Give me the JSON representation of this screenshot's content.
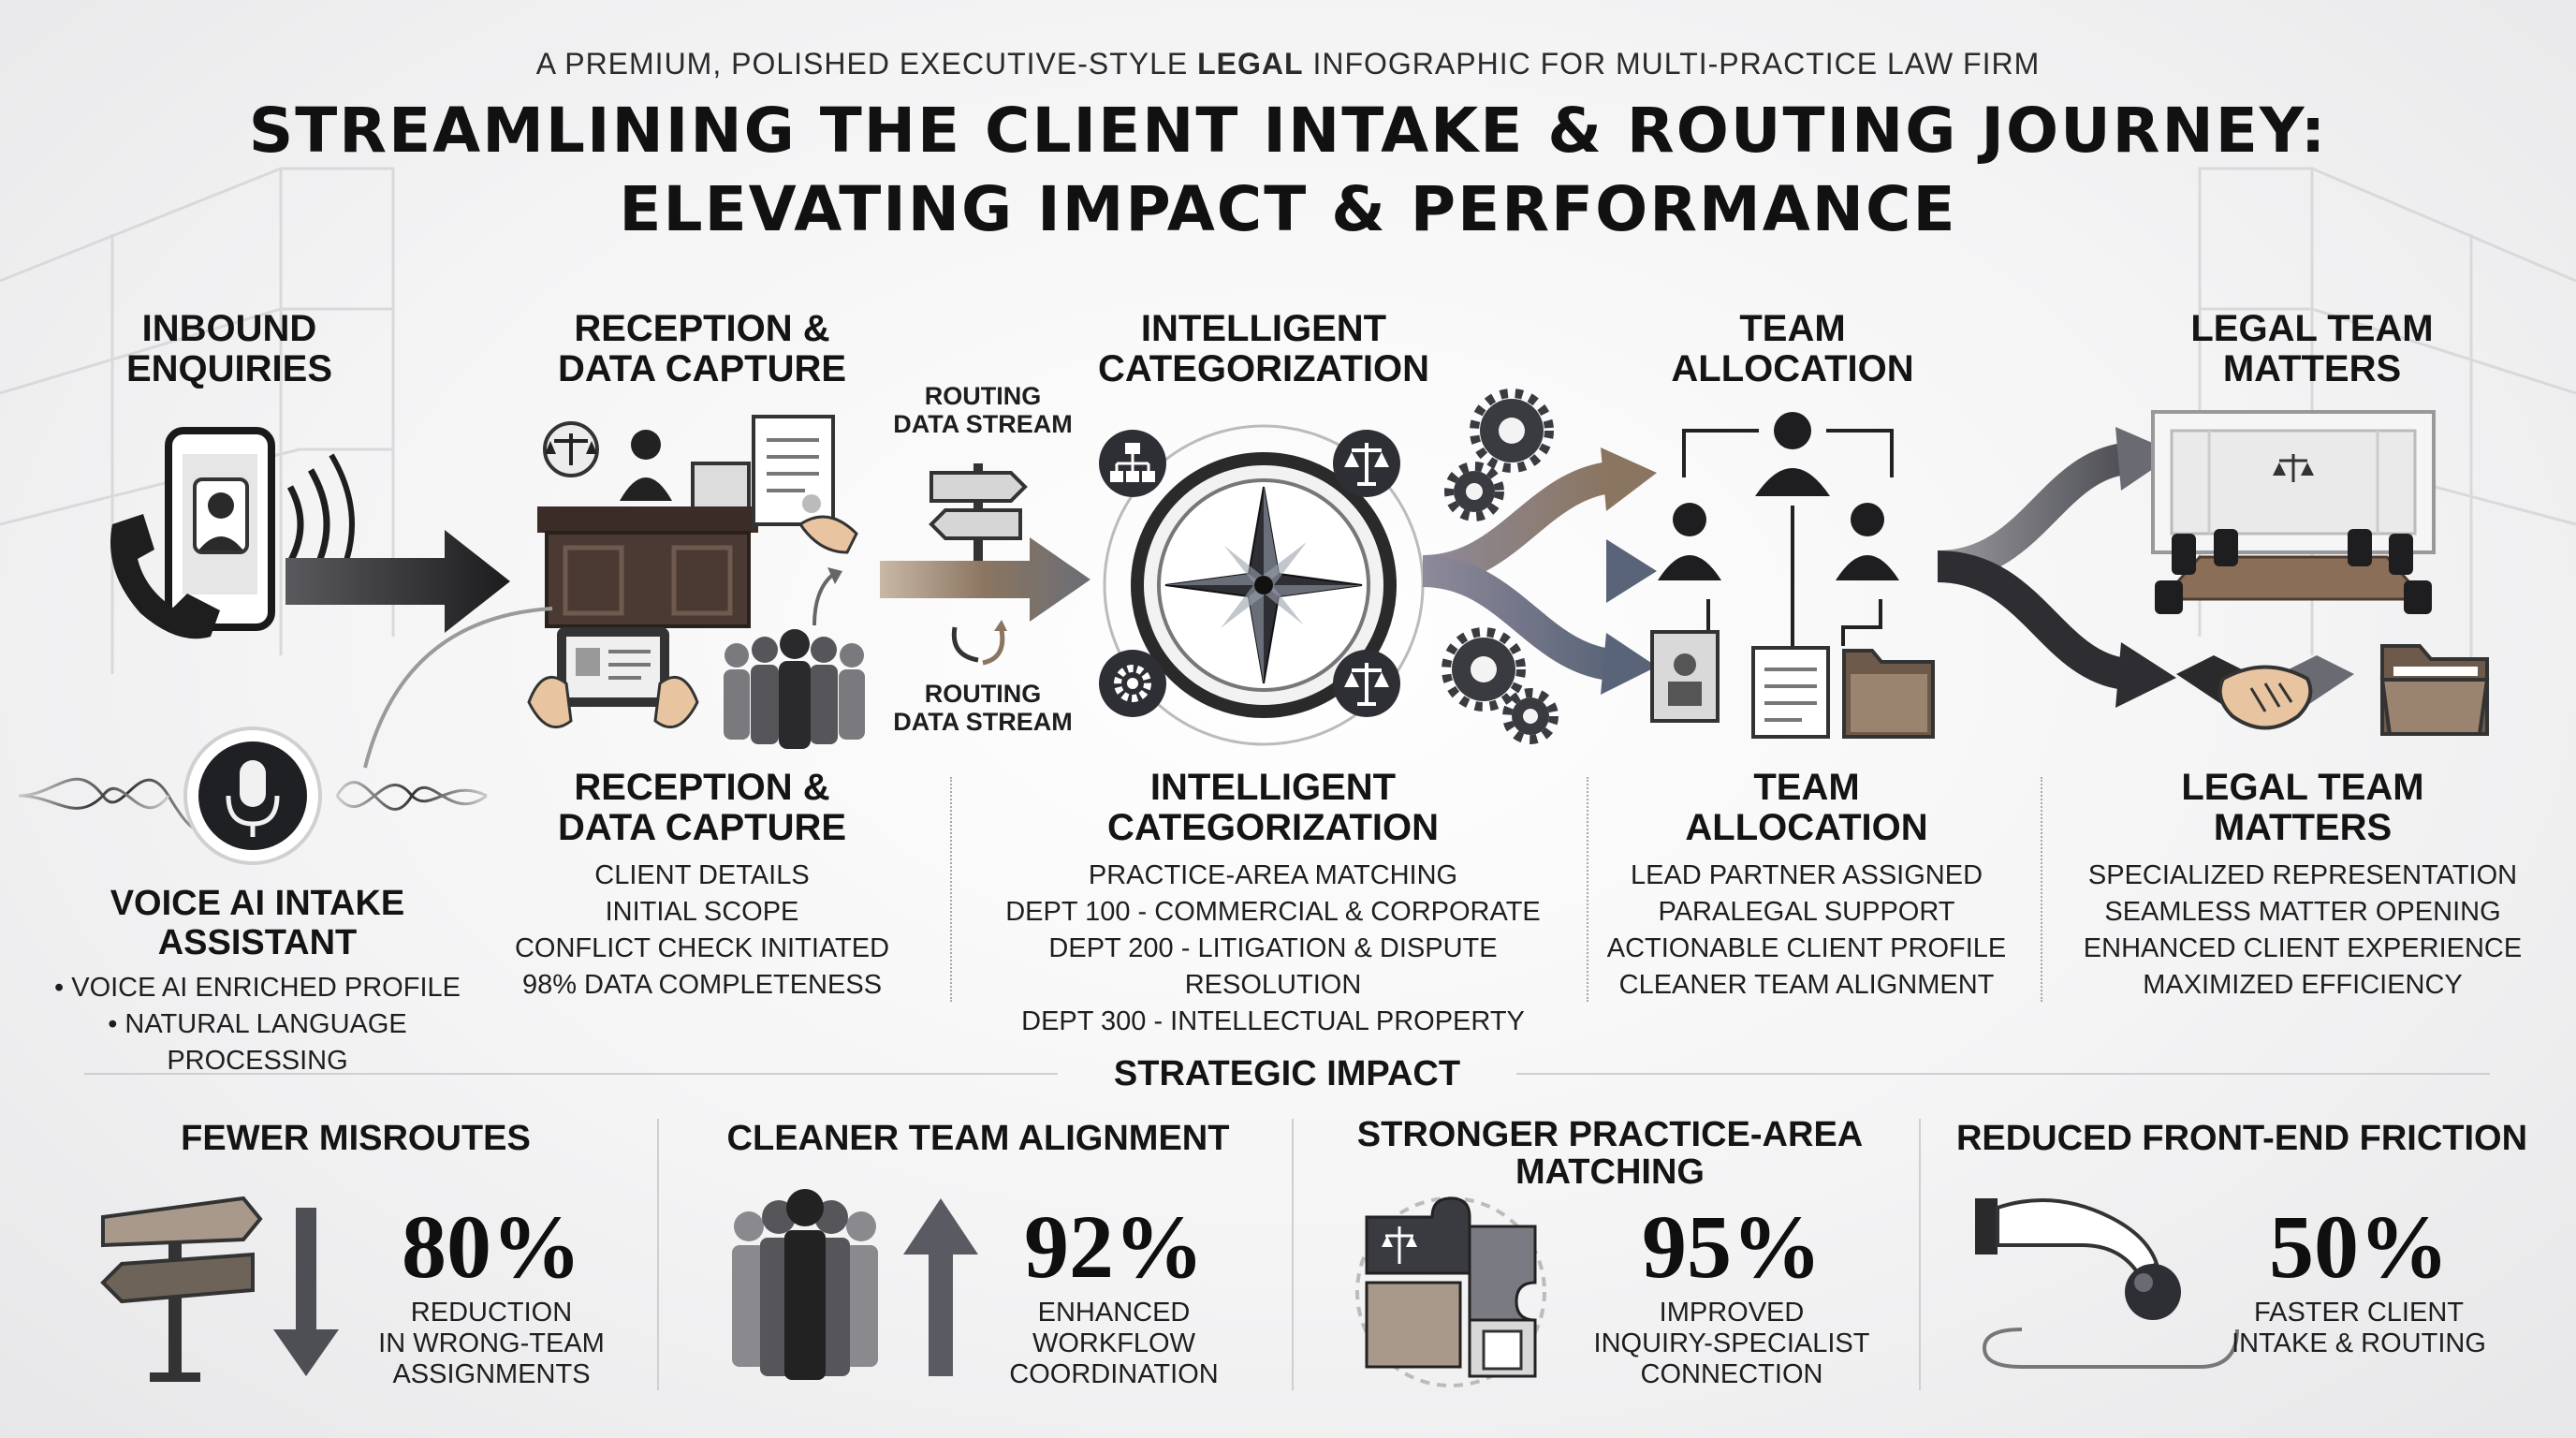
{
  "header": {
    "subtitle_pre": "A PREMIUM, POLISHED EXECUTIVE-STYLE ",
    "subtitle_bold": "LEGAL",
    "subtitle_post": " INFOGRAPHIC FOR MULTI-PRACTICE LAW FIRM",
    "title_line1": "STREAMLINING THE CLIENT INTAKE & ROUTING JOURNEY:",
    "title_line2": "ELEVATING IMPACT & PERFORMANCE"
  },
  "stages": {
    "inbound": {
      "line1": "INBOUND",
      "line2": "ENQUIRIES"
    },
    "reception": {
      "line1": "RECEPTION &",
      "line2": "DATA CAPTURE"
    },
    "categorization": {
      "line1": "INTELLIGENT",
      "line2": "CATEGORIZATION"
    },
    "allocation": {
      "line1": "TEAM",
      "line2": "ALLOCATION"
    },
    "matters": {
      "line1": "LEGAL TEAM",
      "line2": "MATTERS"
    }
  },
  "routing": {
    "top": {
      "line1": "ROUTING",
      "line2": "DATA STREAM"
    },
    "bottom": {
      "line1": "ROUTING",
      "line2": "DATA STREAM"
    }
  },
  "voice_ai": {
    "line1": "VOICE AI INTAKE",
    "line2": "ASSISTANT",
    "bullets": [
      "• VOICE AI ENRICHED PROFILE",
      "• NATURAL LANGUAGE PROCESSING"
    ]
  },
  "details": {
    "reception": {
      "line1": "RECEPTION &",
      "line2": "DATA CAPTURE",
      "items": [
        "CLIENT DETAILS",
        "INITIAL SCOPE",
        "CONFLICT CHECK INITIATED",
        "98% DATA COMPLETENESS"
      ]
    },
    "categorization": {
      "line1": "INTELLIGENT",
      "line2": "CATEGORIZATION",
      "items": [
        "PRACTICE-AREA MATCHING",
        "DEPT 100 - COMMERCIAL & CORPORATE",
        "DEPT 200 - LITIGATION & DISPUTE RESOLUTION",
        "DEPT 300 - INTELLECTUAL PROPERTY"
      ]
    },
    "allocation": {
      "line1": "TEAM",
      "line2": "ALLOCATION",
      "items": [
        "LEAD PARTNER ASSIGNED",
        "PARALEGAL SUPPORT",
        "ACTIONABLE CLIENT PROFILE",
        "CLEANER TEAM ALIGNMENT"
      ]
    },
    "matters": {
      "line1": "LEGAL TEAM",
      "line2": "MATTERS",
      "items": [
        "SPECIALIZED REPRESENTATION",
        "SEAMLESS MATTER OPENING",
        "ENHANCED CLIENT EXPERIENCE",
        "MAXIMIZED EFFICIENCY"
      ]
    }
  },
  "strategic_impact": {
    "heading": "STRATEGIC IMPACT",
    "cards": [
      {
        "title": "FEWER MISROUTES",
        "value": "80%",
        "label": [
          "REDUCTION",
          "IN WRONG-TEAM",
          "ASSIGNMENTS"
        ]
      },
      {
        "title": "CLEANER TEAM ALIGNMENT",
        "value": "92%",
        "label": [
          "ENHANCED",
          "WORKFLOW",
          "COORDINATION"
        ]
      },
      {
        "title_line1": "STRONGER PRACTICE-AREA",
        "title_line2": "MATCHING",
        "value": "95%",
        "label": [
          "IMPROVED",
          "INQUIRY-SPECIALIST",
          "CONNECTION"
        ]
      },
      {
        "title": "REDUCED FRONT-END FRICTION",
        "value": "50%",
        "label": [
          "FASTER CLIENT",
          "INTAKE & ROUTING"
        ]
      }
    ]
  },
  "colors": {
    "ink": "#141414",
    "arrow_dark": "#2b2b2d",
    "arrow_mid": "#6f7078",
    "bronze": "#8a7560",
    "slate": "#5a6478"
  }
}
